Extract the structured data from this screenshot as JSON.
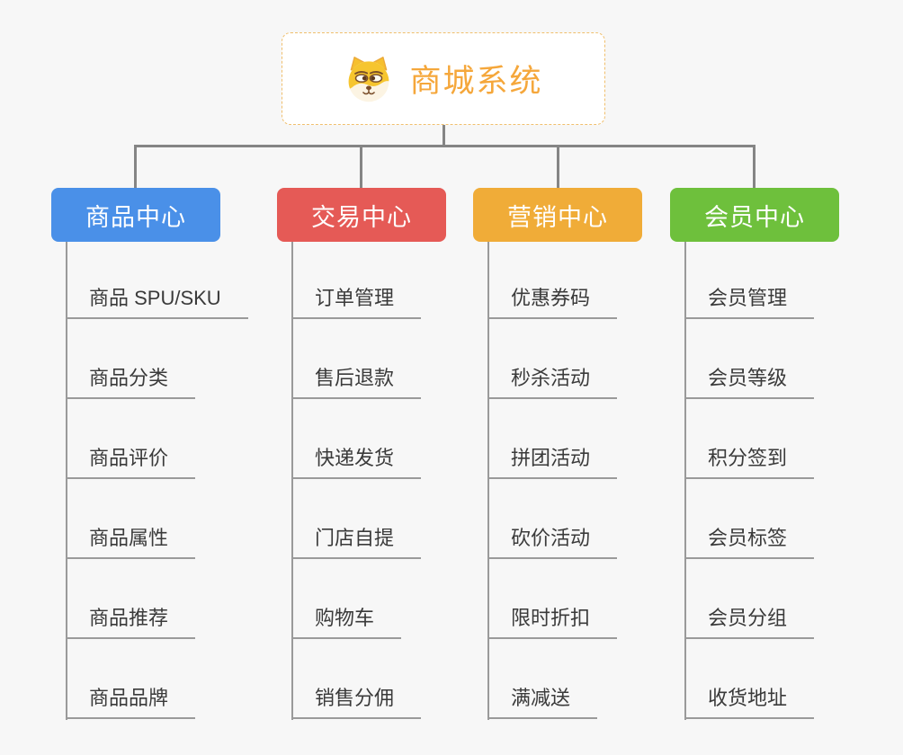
{
  "root": {
    "title": "商城系统",
    "icon": "doge-icon"
  },
  "branches": [
    {
      "label": "商品中心",
      "color": "#4A90E8",
      "children": [
        "商品 SPU/SKU",
        "商品分类",
        "商品评价",
        "商品属性",
        "商品推荐",
        "商品品牌"
      ]
    },
    {
      "label": "交易中心",
      "color": "#E55A56",
      "children": [
        "订单管理",
        "售后退款",
        "快递发货",
        "门店自提",
        "购物车",
        "销售分佣"
      ]
    },
    {
      "label": "营销中心",
      "color": "#F0AC38",
      "children": [
        "优惠券码",
        "秒杀活动",
        "拼团活动",
        "砍价活动",
        "限时折扣",
        "满减送"
      ]
    },
    {
      "label": "会员中心",
      "color": "#6EC03C",
      "children": [
        "会员管理",
        "会员等级",
        "积分签到",
        "会员标签",
        "会员分组",
        "收货地址"
      ]
    }
  ],
  "style": {
    "background": "#F7F7F7",
    "connector_color": "#858585",
    "leaf_line_color": "#9A9A9A",
    "root_text_color": "#F5A73B",
    "root_border_color": "#F0BF6D"
  }
}
